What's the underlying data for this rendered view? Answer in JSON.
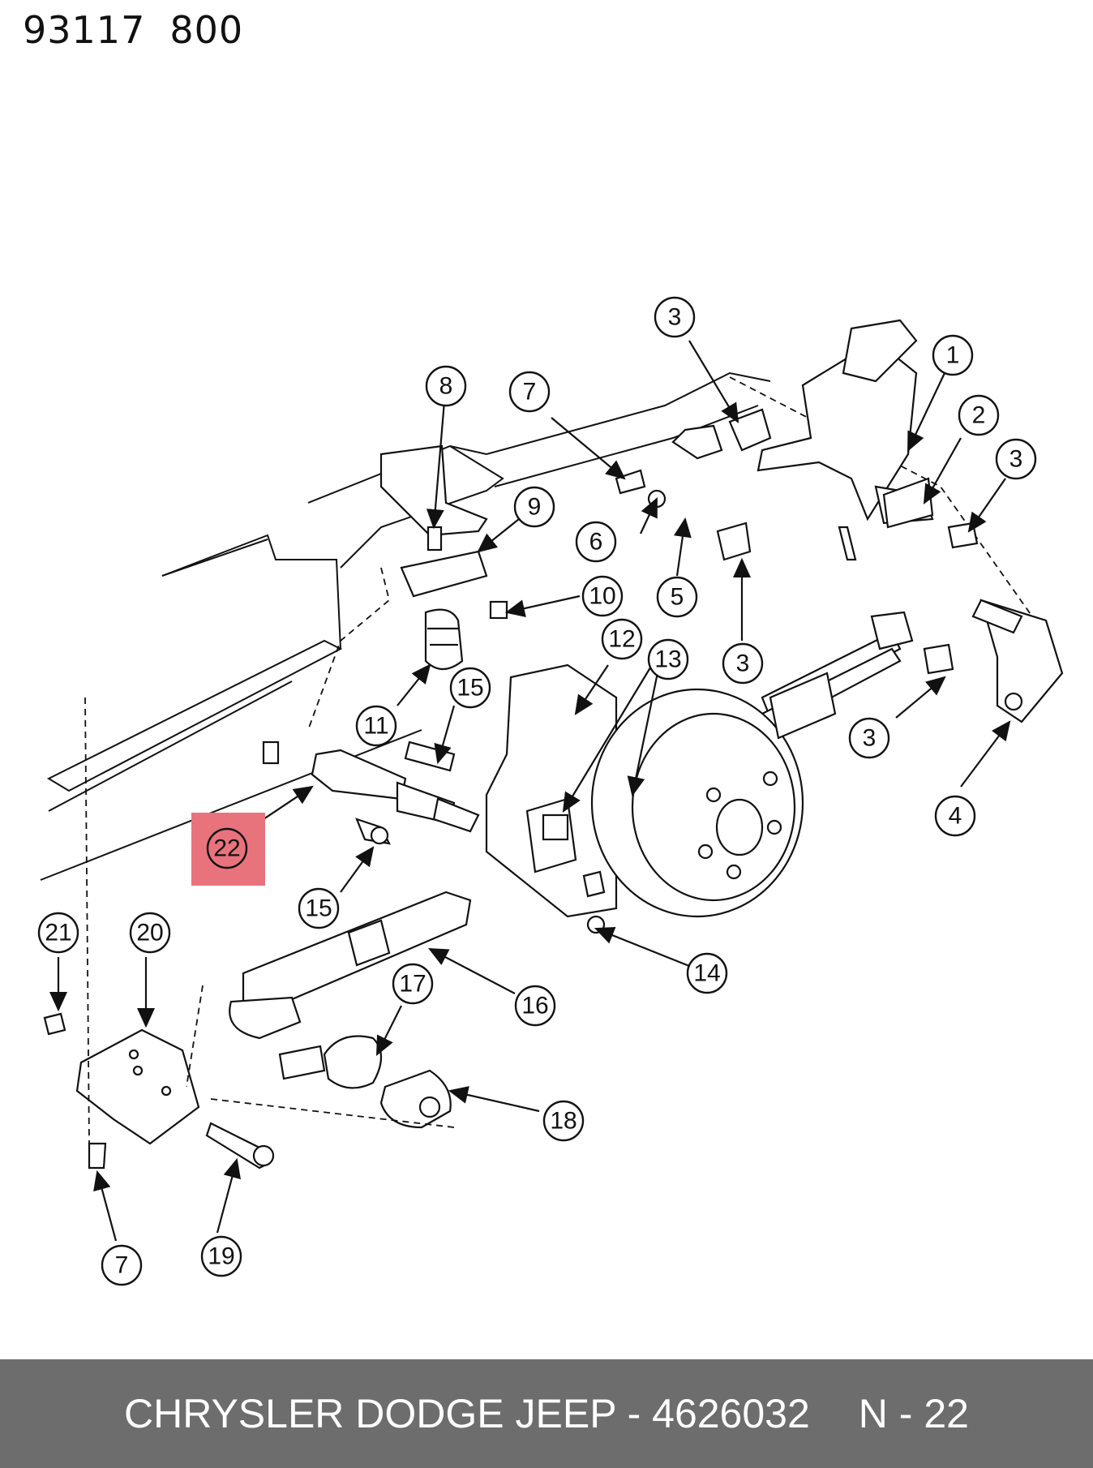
{
  "header": {
    "code_a": "93117",
    "code_b": "800"
  },
  "callouts": [
    "1",
    "2",
    "3",
    "3",
    "3",
    "3",
    "4",
    "5",
    "6",
    "7",
    "7",
    "8",
    "9",
    "10",
    "11",
    "12",
    "13",
    "14",
    "15",
    "15",
    "16",
    "17",
    "18",
    "19",
    "20",
    "21",
    "22"
  ],
  "highlighted_callout": "22",
  "footer": {
    "part_text": "CHRYSLER DODGE JEEP - 4626032",
    "page_ref": "N - 22"
  },
  "colors": {
    "highlight": "#e8737c",
    "footer_bg": "#6d6d6d",
    "footer_text": "#ffffff"
  }
}
